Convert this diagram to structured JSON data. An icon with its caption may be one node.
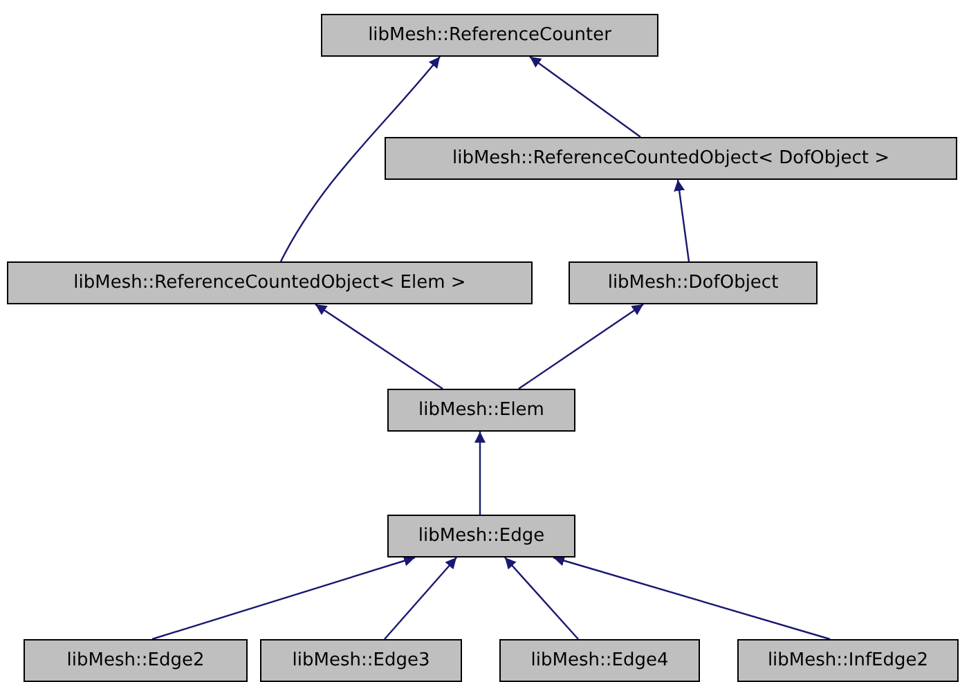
{
  "diagram": {
    "nodes": [
      {
        "text": [
          "libMesh::ReferenceCounter"
        ]
      },
      {
        "text": [
          "libMesh::ReferenceCountedObject< DofObject >"
        ]
      },
      {
        "text": [
          "libMesh::ReferenceCountedObject< Elem >"
        ]
      },
      {
        "text": [
          "libMesh::DofObject"
        ]
      },
      {
        "text": [
          "libMesh::Elem"
        ]
      },
      {
        "text": [
          "libMesh::Edge"
        ]
      },
      {
        "text": [
          "libMesh::Edge2"
        ]
      },
      {
        "text": [
          "libMesh::Edge3"
        ]
      },
      {
        "text": [
          "libMesh::Edge4"
        ]
      },
      {
        "text": [
          "libMesh::InfEdge2"
        ]
      }
    ],
    "edges": [
      {
        "from": 1,
        "to": 0,
        "arrow": "to"
      },
      {
        "from": 2,
        "to": 0,
        "arrow": "to"
      },
      {
        "from": 3,
        "to": 1,
        "arrow": "to"
      },
      {
        "from": 4,
        "to": 2,
        "arrow": "to"
      },
      {
        "from": 4,
        "to": 3,
        "arrow": "to"
      },
      {
        "from": 5,
        "to": 4,
        "arrow": "to"
      },
      {
        "from": 6,
        "to": 5,
        "arrow": "to"
      },
      {
        "from": 7,
        "to": 5,
        "arrow": "to"
      },
      {
        "from": 8,
        "to": 5,
        "arrow": "to"
      },
      {
        "from": 9,
        "to": 5,
        "arrow": "to"
      }
    ]
  }
}
